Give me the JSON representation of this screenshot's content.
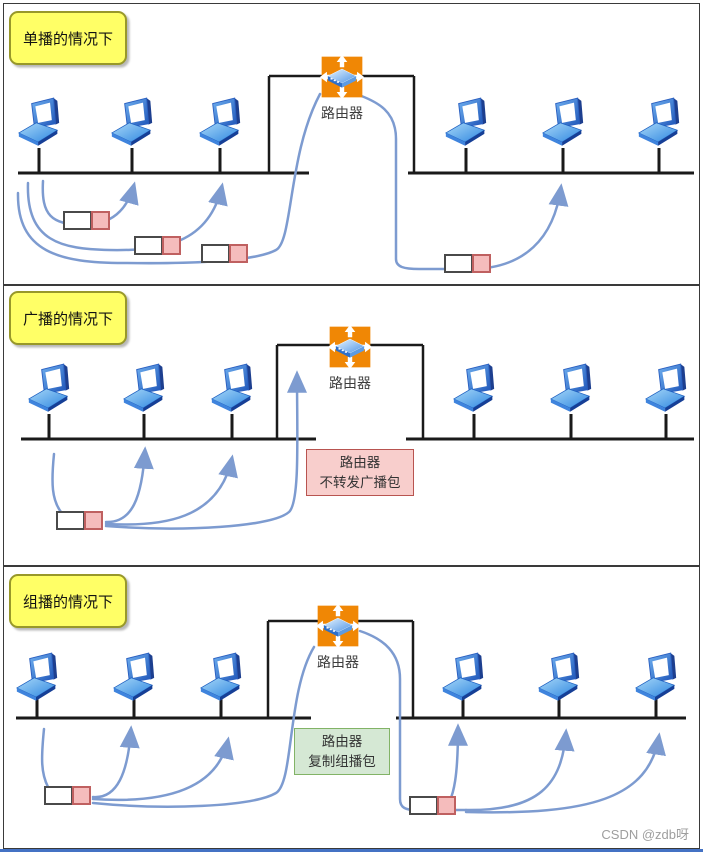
{
  "panels": [
    {
      "title": "单播的情况下",
      "router_label": "路由器"
    },
    {
      "title": "广播的情况下",
      "router_label": "路由器",
      "note_line1": "路由器",
      "note_line2": "不转发广播包"
    },
    {
      "title": "组播的情况下",
      "router_label": "路由器",
      "note_line1": "路由器",
      "note_line2": "复制组播包"
    }
  ],
  "watermark": "CSDN @zdb呀",
  "colors": {
    "flow_blue": "#7D9BD0",
    "bus_black": "#1a1a1a",
    "title_yellow": "#FFFF66",
    "router_orange": "#F08705",
    "packet_pink": "#F5BCBC",
    "note_pink_bg": "#F8CECC",
    "note_pink_border": "#B85450",
    "note_green_bg": "#D5E8D4",
    "note_green_border": "#82B366"
  },
  "icons": [
    "router-icon",
    "laptop-icon",
    "packet-icon",
    "arrowhead-icon"
  ]
}
